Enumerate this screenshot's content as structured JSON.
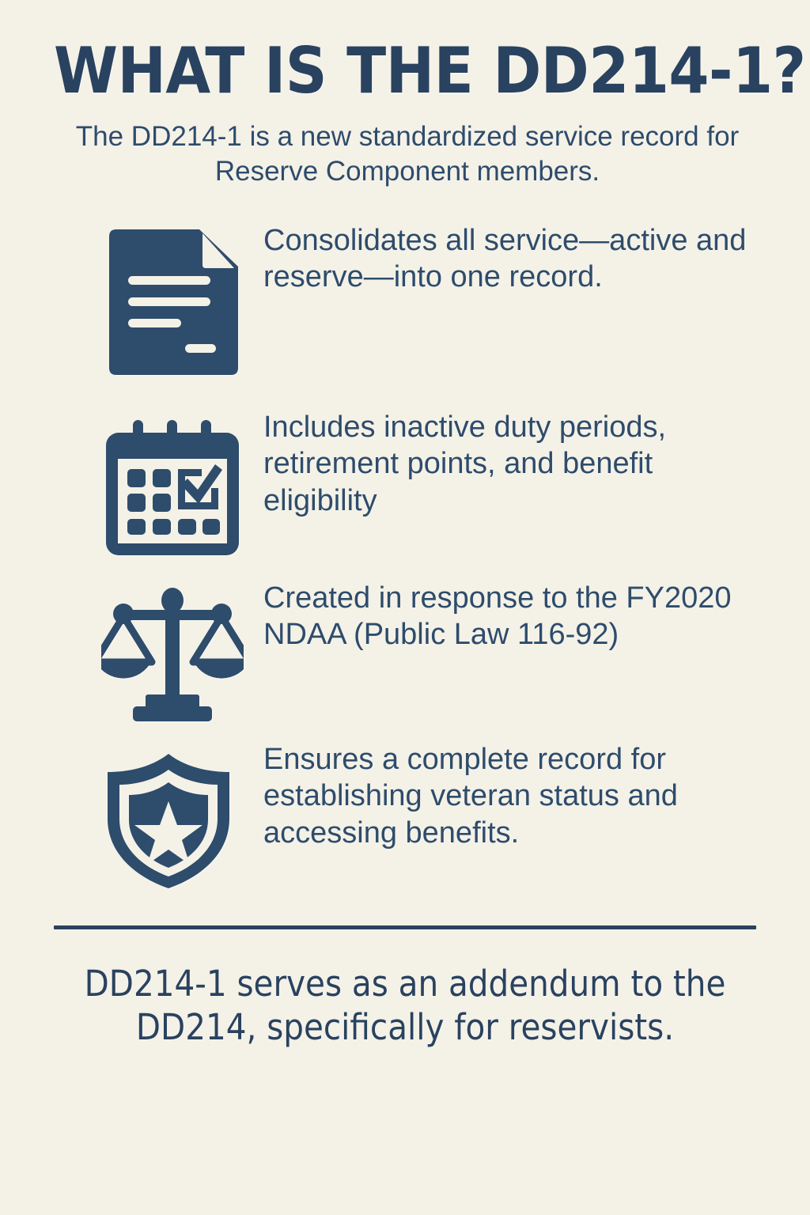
{
  "colors": {
    "background": "#f4f1e7",
    "navy": "#2e4c6b",
    "navy_dark": "#29425f",
    "icon_light": "#f4f1e7"
  },
  "header": {
    "title": "WHAT IS THE DD214-1?",
    "subtitle": "The DD214-1 is a new standardized service record for Reserve Component members."
  },
  "features": [
    {
      "icon": "document-icon",
      "text": "Consolidates all service—active and reserve—into one record."
    },
    {
      "icon": "calendar-check-icon",
      "text": "Includes inactive duty periods, retirement points, and benefit eligibility"
    },
    {
      "icon": "balance-scale-icon",
      "text": "Created in response to the FY2020 NDAA (Public Law 116-92)"
    },
    {
      "icon": "shield-star-icon",
      "text": "Ensures a complete record for establishing veteran status and accessing benefits."
    }
  ],
  "footer": {
    "text": "DD214-1 serves as an addendum to the DD214, specifically for reservists."
  }
}
